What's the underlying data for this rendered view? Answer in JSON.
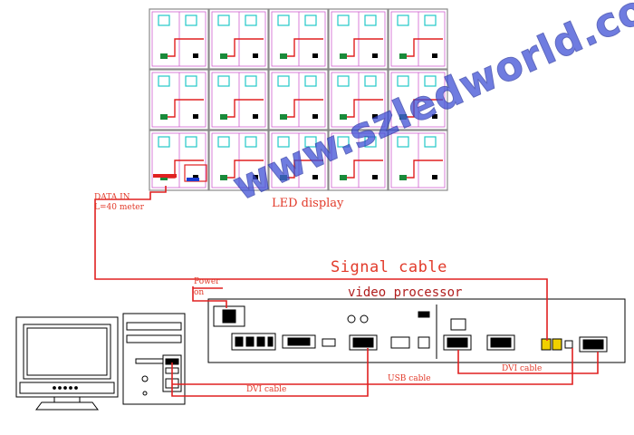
{
  "labels": {
    "data_in": "DATA IN",
    "distance": "L=40 meter",
    "led_display": "LED display",
    "signal_cable": "Signal cable",
    "video_processor": "video processor",
    "power_line1": "Power",
    "power_line2": "on",
    "usb_cable": "USB cable",
    "dvi_cable_right": "DVI cable",
    "dvi_cable_left": "DVI cable"
  },
  "watermark": "www.szledworld.com",
  "led_grid": {
    "rows": 3,
    "cols": 5
  },
  "colors": {
    "cable": "#e02020",
    "panel_frame": "#8a8a8a",
    "panel_inner": "#d060d0",
    "module": "#22c8c8",
    "watermark": "#3f51d6"
  }
}
